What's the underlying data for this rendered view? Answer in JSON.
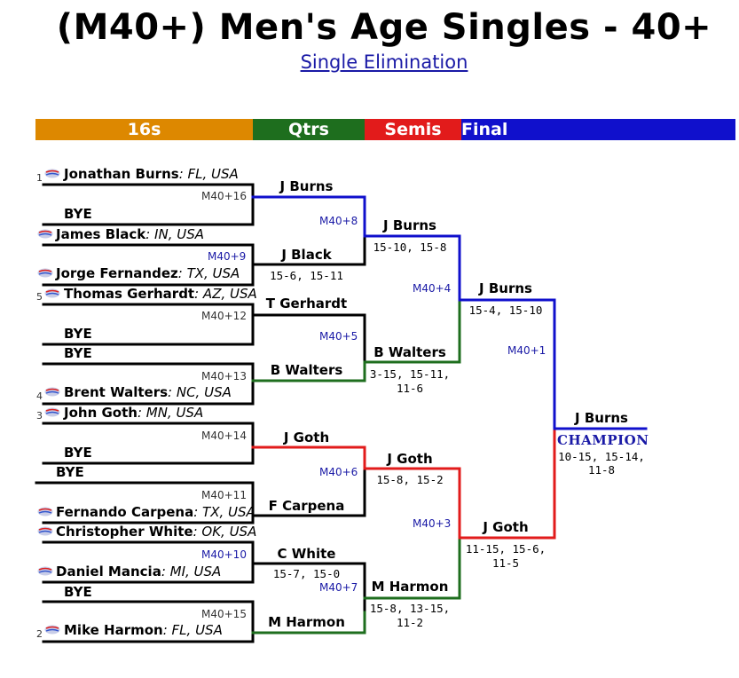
{
  "title": "(M40+) Men's Age Singles - 40+",
  "subtitle": "Single Elimination",
  "rounds": {
    "r16": "16s",
    "qtrs": "Qtrs",
    "semis": "Semis",
    "final": "Final"
  },
  "colors": {
    "r16": "#dd8800",
    "qtrs": "#1e6e1e",
    "semis": "#e21b1b",
    "final": "#1010cc",
    "line": "#000000"
  },
  "players": {
    "p1": {
      "seed": "1",
      "name": "Jonathan Burns",
      "loc": ": FL, USA"
    },
    "p2": {
      "name": "BYE"
    },
    "p3": {
      "name": "James Black",
      "loc": ": IN, USA"
    },
    "p4": {
      "name": "Jorge Fernandez",
      "loc": ": TX, USA"
    },
    "p5": {
      "seed": "5",
      "name": "Thomas Gerhardt",
      "loc": ": AZ, USA"
    },
    "p6": {
      "name": "BYE"
    },
    "p7": {
      "name": "BYE"
    },
    "p8": {
      "seed": "4",
      "name": "Brent Walters",
      "loc": ": NC, USA"
    },
    "p9": {
      "seed": "3",
      "name": "John Goth",
      "loc": ": MN, USA"
    },
    "p10": {
      "name": "BYE"
    },
    "p11": {
      "name": "BYE"
    },
    "p12": {
      "name": "Fernando Carpena",
      "loc": ": TX, USA"
    },
    "p13": {
      "name": "Christopher White",
      "loc": ": OK, USA"
    },
    "p14": {
      "name": "Daniel Mancia",
      "loc": ": MI, USA"
    },
    "p15": {
      "name": "BYE"
    },
    "p16": {
      "seed": "2",
      "name": "Mike Harmon",
      "loc": ": FL, USA"
    }
  },
  "matches": {
    "m16": {
      "code": "M40+16"
    },
    "m9": {
      "code": "M40+9"
    },
    "m12": {
      "code": "M40+12"
    },
    "m13": {
      "code": "M40+13"
    },
    "m14": {
      "code": "M40+14"
    },
    "m11": {
      "code": "M40+11"
    },
    "m10": {
      "code": "M40+10"
    },
    "m15": {
      "code": "M40+15"
    },
    "m8": {
      "code": "M40+8"
    },
    "m5": {
      "code": "M40+5"
    },
    "m6": {
      "code": "M40+6"
    },
    "m7": {
      "code": "M40+7"
    },
    "m4": {
      "code": "M40+4"
    },
    "m3": {
      "code": "M40+3"
    },
    "m1": {
      "code": "M40+1"
    }
  },
  "qtrs": {
    "q1": {
      "winner": "J Burns",
      "score": ""
    },
    "q2": {
      "winner": "J Black",
      "score": "15-6, 15-11"
    },
    "q3": {
      "winner": "T Gerhardt",
      "score": ""
    },
    "q4": {
      "winner": "B Walters",
      "score": ""
    },
    "q5": {
      "winner": "J Goth",
      "score": ""
    },
    "q6": {
      "winner": "F Carpena",
      "score": ""
    },
    "q7": {
      "winner": "C White",
      "score": "15-7, 15-0"
    },
    "q8": {
      "winner": "M Harmon",
      "score": ""
    }
  },
  "semis": {
    "s1": {
      "winner": "J Burns",
      "score": "15-10, 15-8"
    },
    "s2": {
      "winner": "B Walters",
      "score1": "3-15, 15-11,",
      "score2": "11-6"
    },
    "s3": {
      "winner": "J Goth",
      "score": "15-8, 15-2"
    },
    "s4": {
      "winner": "M Harmon",
      "score1": "15-8, 13-15,",
      "score2": "11-2"
    }
  },
  "final": {
    "f1": {
      "winner": "J Burns",
      "score": "15-4, 15-10"
    },
    "f2": {
      "winner": "J Goth",
      "score1": "11-15, 15-6,",
      "score2": "11-5"
    }
  },
  "champion": {
    "name": "J Burns",
    "label": "CHAMPION",
    "score1": "10-15, 15-14,",
    "score2": "11-8"
  }
}
